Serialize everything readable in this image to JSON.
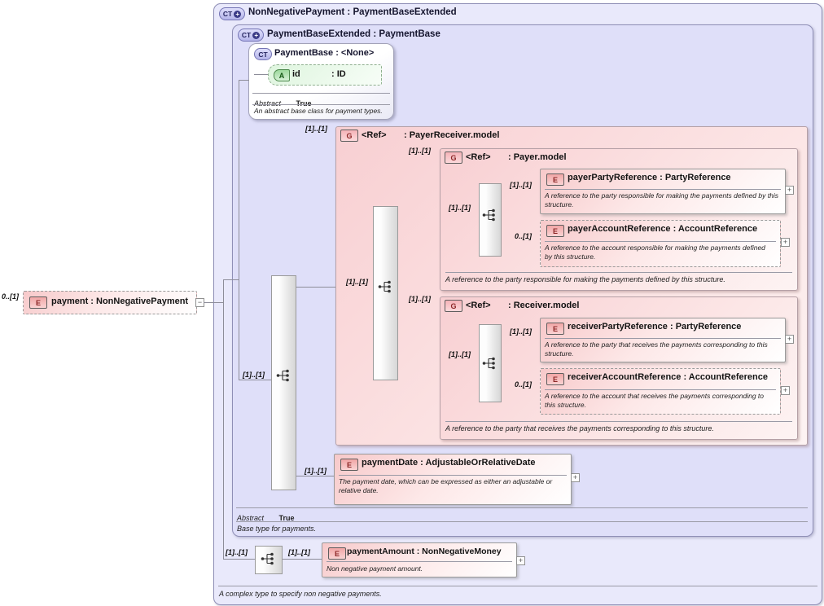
{
  "badges": {
    "ct": "CT",
    "e": "E",
    "g": "G",
    "a": "A"
  },
  "icons": {
    "plus_circle": "+",
    "expand": "+",
    "collapse": "−"
  },
  "payment_element": {
    "label": "payment : NonNegativePayment"
  },
  "outer": {
    "title": "NonNegativePayment : PaymentBaseExtended",
    "footer": "A complex type to specify non negative payments."
  },
  "extended": {
    "title": "PaymentBaseExtended : PaymentBase",
    "abstract_label": "Abstract",
    "abstract_value": "True",
    "footer": "Base type for payments."
  },
  "payment_base": {
    "title": "PaymentBase : <None>",
    "attribute_name": "id",
    "attribute_type": ": ID",
    "abstract_label": "Abstract",
    "abstract_value": "True",
    "description": "An abstract base class for payment types."
  },
  "groups": {
    "payer_receiver": {
      "ref": "<Ref>",
      "type": ": PayerReceiver.model"
    },
    "payer": {
      "ref": "<Ref>",
      "type": ": Payer.model",
      "footer": "A reference to the party responsible for making the payments defined by this structure."
    },
    "receiver": {
      "ref": "<Ref>",
      "type": ": Receiver.model",
      "footer": "A reference to the party that receives the payments corresponding to this structure."
    }
  },
  "elements": {
    "payer_party": {
      "title": "payerPartyReference : PartyReference",
      "description": "A reference to the party responsible for making the payments defined by this structure."
    },
    "payer_account": {
      "title": "payerAccountReference : AccountReference",
      "description": "A reference to the account responsible for making the payments defined by this structure."
    },
    "receiver_party": {
      "title": "receiverPartyReference : PartyReference",
      "description": "A reference to the party that receives the payments corresponding to this structure."
    },
    "receiver_account": {
      "title": "receiverAccountReference : AccountReference",
      "description": "A reference to the account that receives the payments corresponding to this structure."
    },
    "payment_date": {
      "title": "paymentDate : AdjustableOrRelativeDate",
      "description": "The payment date, which can be expressed as either an adjustable or relative date."
    },
    "payment_amount": {
      "title": "paymentAmount : NonNegativeMoney",
      "description": "Non negative payment amount."
    }
  },
  "cardinalities": {
    "payment": "0..[1]",
    "base_sequence": "[1]..[1]",
    "payer_receiver_group": "[1]..[1]",
    "payer_receiver_sequence": "[1]..[1]",
    "payer_group": "[1]..[1]",
    "payer_sequence": "[1]..[1]",
    "payer_party": "[1]..[1]",
    "payer_account": "0..[1]",
    "receiver_group": "[1]..[1]",
    "receiver_sequence": "[1]..[1]",
    "receiver_party": "[1]..[1]",
    "receiver_account": "0..[1]",
    "payment_date": "[1]..[1]",
    "bottom_sequence": "[1]..[1]",
    "payment_amount": "[1]..[1]"
  },
  "colors": {
    "outer_fill": "#e9e9fb",
    "inner_fill": "#dfdff9",
    "group_pink": "#f8cfd2",
    "element_pink": "#f7c9ca",
    "attribute_green": "#def5de",
    "badge_lavender": "#b4b4ea",
    "line_gray": "#8d8d99"
  }
}
